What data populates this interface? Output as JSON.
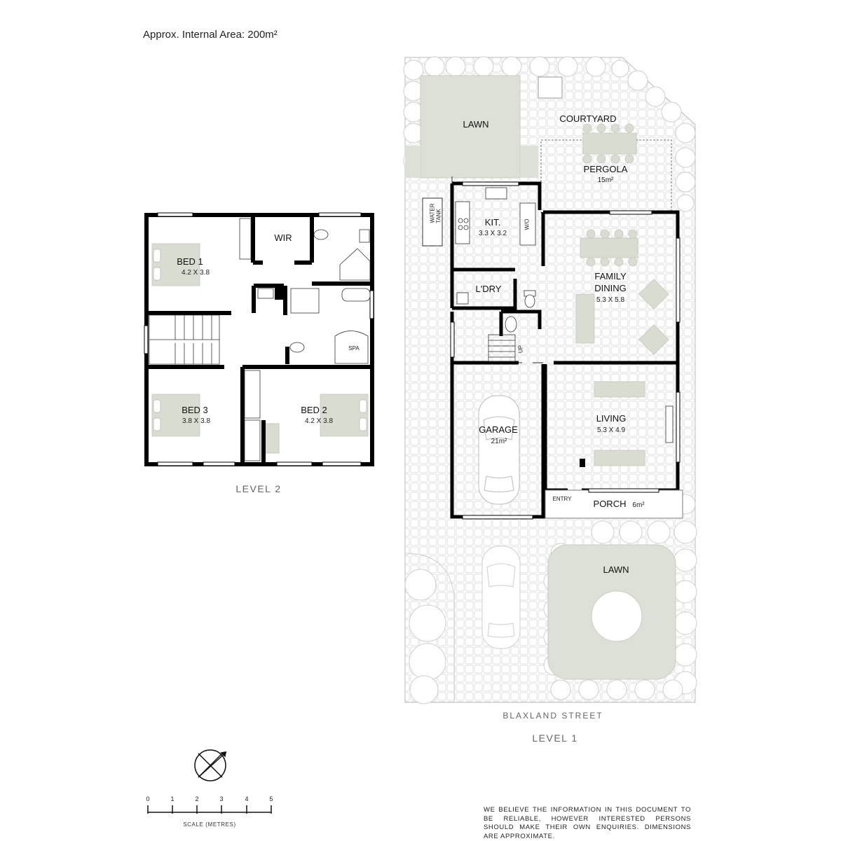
{
  "header": {
    "area_text": "Approx. Internal Area: 200m²"
  },
  "level2": {
    "label": "LEVEL 2",
    "rooms": {
      "bed1": {
        "name": "BED 1",
        "dim": "4.2 X 3.8"
      },
      "wir": {
        "name": "WIR"
      },
      "spa": {
        "name": "SPA"
      },
      "bed3": {
        "name": "BED 3",
        "dim": "3.8 X 3.8"
      },
      "bed2": {
        "name": "BED 2",
        "dim": "4.2 X 3.8"
      }
    }
  },
  "level1": {
    "label": "LEVEL 1",
    "street": "BLAXLAND STREET",
    "rooms": {
      "lawn_top": {
        "name": "LAWN"
      },
      "courtyard": {
        "name": "COURTYARD"
      },
      "pergola": {
        "name": "PERGOLA",
        "dim": "15m²"
      },
      "water_tank": {
        "line1": "WATER",
        "line2": "TANK"
      },
      "kitchen": {
        "name": "KIT.",
        "dim": "3.3 X 3.2"
      },
      "laundry": {
        "name": "L'DRY"
      },
      "family": {
        "line1": "FAMILY",
        "line2": "DINING",
        "dim": "5.3 X 5.8"
      },
      "garage": {
        "name": "GARAGE",
        "dim": "21m²"
      },
      "living": {
        "name": "LIVING",
        "dim": "5.3 X 4.9"
      },
      "entry": {
        "name": "ENTRY"
      },
      "porch": {
        "name": "PORCH",
        "dim": "6m²"
      },
      "lawn_bottom": {
        "name": "LAWN"
      },
      "up": {
        "name": "UP"
      },
      "wo": {
        "name": "W/O"
      }
    }
  },
  "scale": {
    "ticks": [
      "0",
      "1",
      "2",
      "3",
      "4",
      "5"
    ],
    "caption": "SCALE (METRES)"
  },
  "disclaimer": "WE BELIEVE THE INFORMATION IN THIS DOCUMENT TO BE RELIABLE, HOWEVER INTERESTED PERSONS SHOULD MAKE THEIR OWN ENQUIRIES. DIMENSIONS ARE APPROXIMATE.",
  "colors": {
    "wall": "#000000",
    "furniture": "#d9dcd0",
    "lawn": "#dde0d6",
    "paving": "#d8d8d8"
  }
}
